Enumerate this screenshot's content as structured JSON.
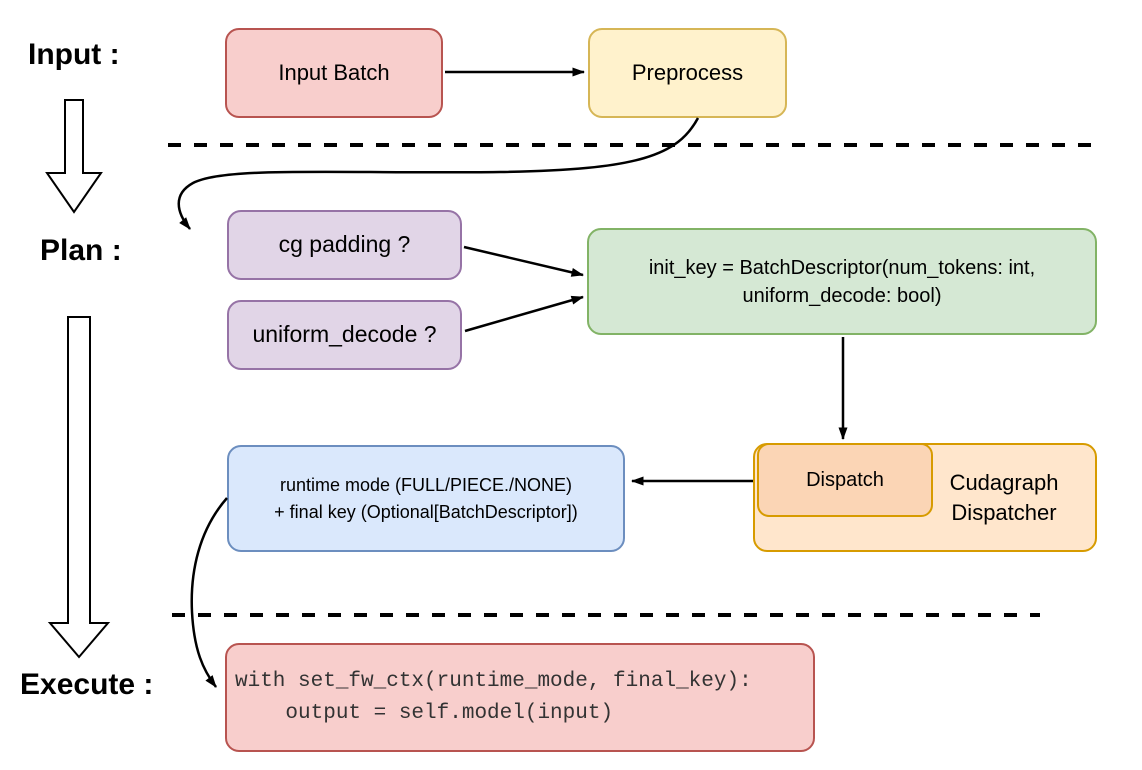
{
  "diagram": {
    "stage_labels": {
      "input": "Input :",
      "plan": "Plan :",
      "execute": "Execute :"
    },
    "nodes": {
      "input_batch": {
        "label": "Input Batch",
        "fill": "#f8cecc",
        "stroke": "#b85450"
      },
      "preprocess": {
        "label": "Preprocess",
        "fill": "#fff2cc",
        "stroke": "#d6b656"
      },
      "cg_padding": {
        "label": "cg padding ?",
        "fill": "#e1d5e7",
        "stroke": "#9673a6"
      },
      "uniform_decode": {
        "label": "uniform_decode ?",
        "fill": "#e1d5e7",
        "stroke": "#9673a6"
      },
      "init_key": {
        "line1": "init_key = BatchDescriptor(num_tokens: int,",
        "line2": "uniform_decode: bool)",
        "fill": "#d5e8d4",
        "stroke": "#82b366"
      },
      "cudagraph_dispatcher": {
        "label": "Cudagraph Dispatcher",
        "fill": "#ffe6cc",
        "stroke": "#d79b00"
      },
      "dispatch": {
        "label": "Dispatch",
        "fill": "#fbd5b5",
        "stroke": "#d79b00"
      },
      "runtime_mode": {
        "line1": "runtime mode (FULL/PIECE./NONE)",
        "line2": "+ final key (Optional[BatchDescriptor])",
        "fill": "#dae8fc",
        "stroke": "#6c8ebf"
      },
      "execute_code": {
        "line1": "with set_fw_ctx(runtime_mode, final_key):",
        "line2": "    output = self.model(input)",
        "fill": "#f8cecc",
        "stroke": "#b85450"
      }
    },
    "connector_color": "#000000",
    "separator_style": "dashed"
  }
}
